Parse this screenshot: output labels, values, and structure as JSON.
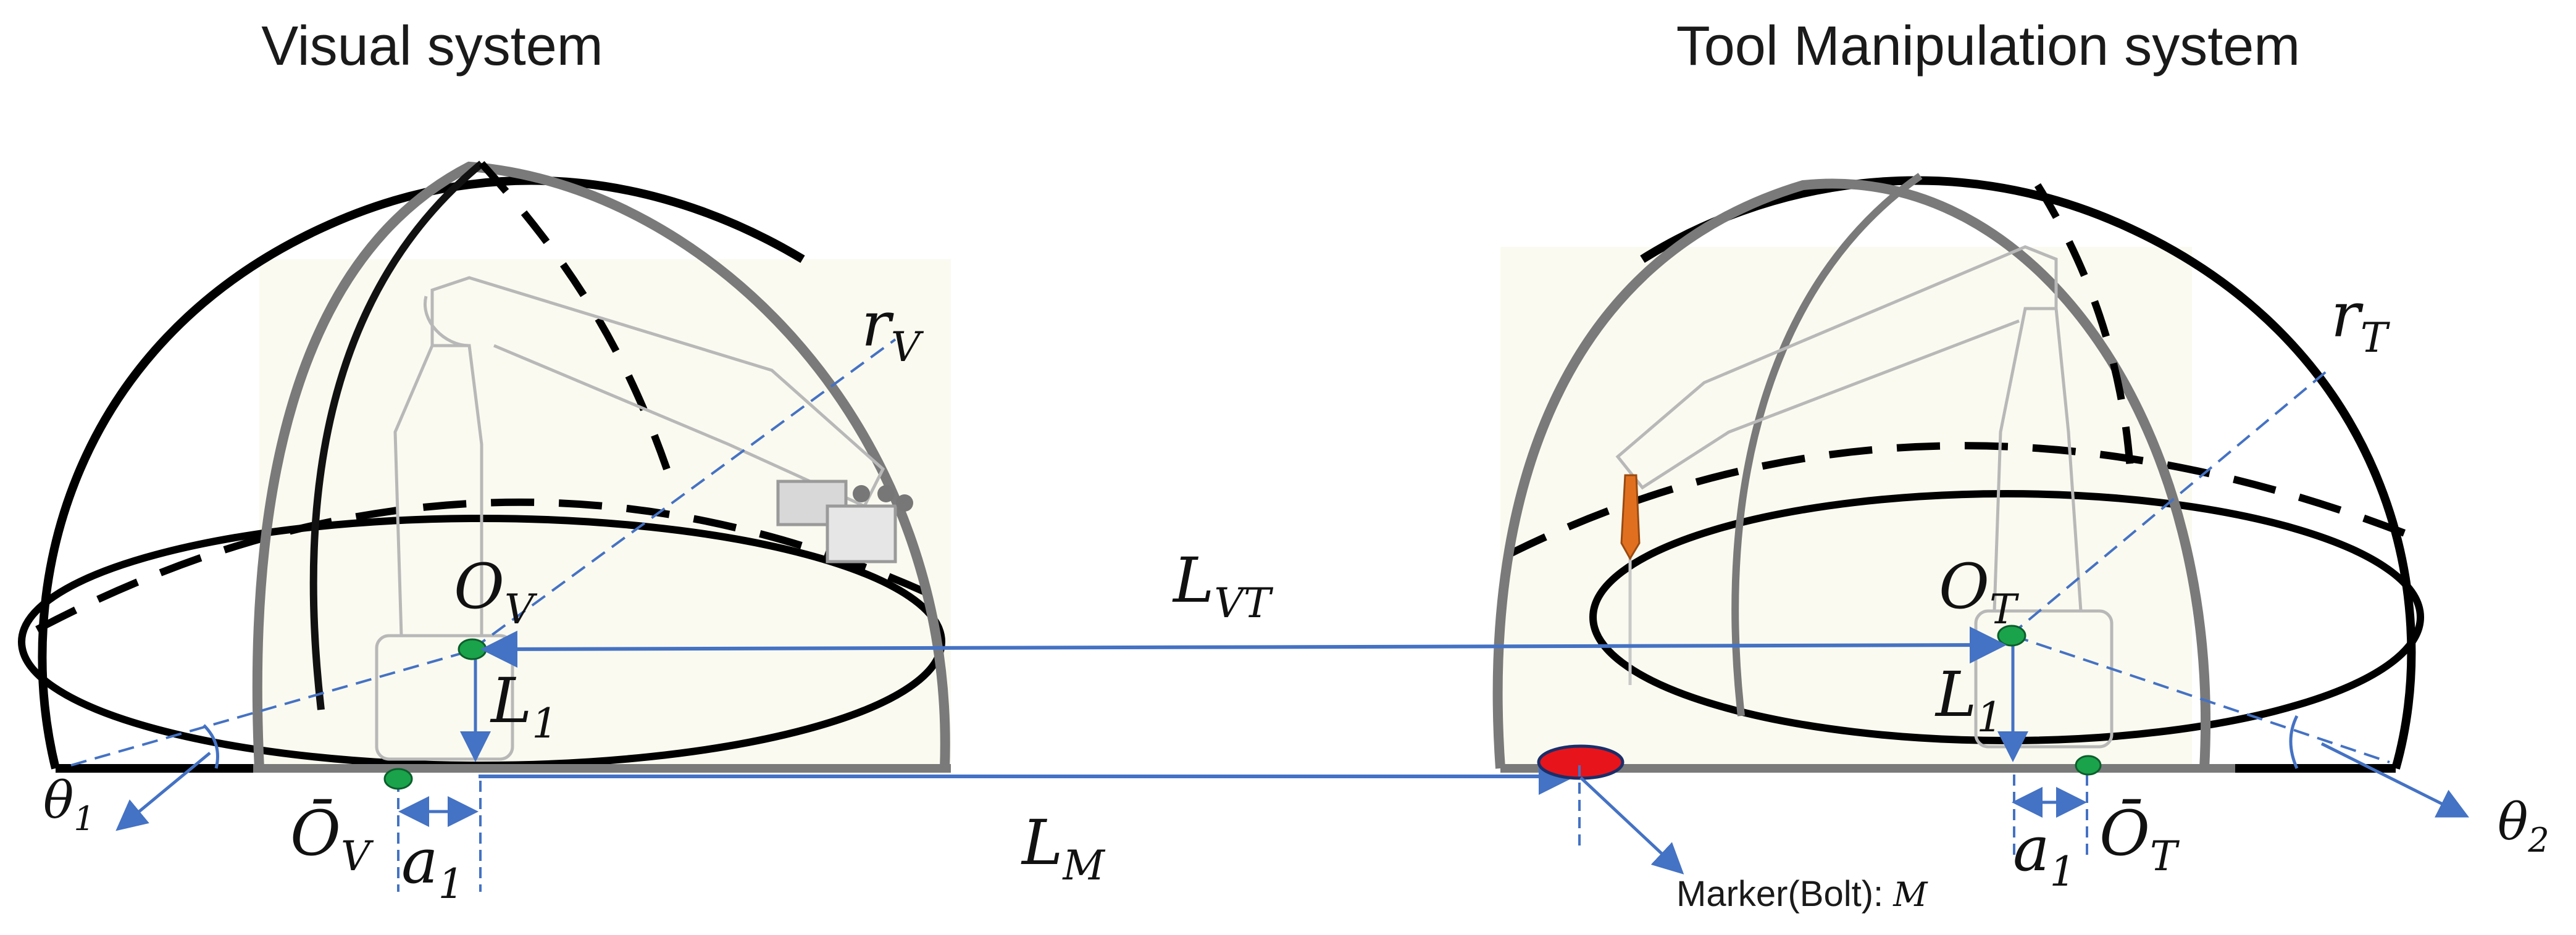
{
  "titles": {
    "visual": "Visual system",
    "tool": "Tool Manipulation system"
  },
  "labels": {
    "r_v": {
      "base": "r",
      "sub": "V"
    },
    "r_t": {
      "base": "r",
      "sub": "T"
    },
    "o_v": {
      "base": "O",
      "sub": "V"
    },
    "o_t": {
      "base": "O",
      "sub": "T"
    },
    "l1_left": {
      "base": "L",
      "sub": "1"
    },
    "l1_right": {
      "base": "L",
      "sub": "1"
    },
    "l_vt": {
      "base": "L",
      "sub": "VT"
    },
    "l_m": {
      "base": "L",
      "sub": "M"
    },
    "a1_left": {
      "base": "a",
      "sub": "1"
    },
    "a1_right": {
      "base": "a",
      "sub": "1"
    },
    "obar_v": {
      "base": "Ō",
      "sub": "V"
    },
    "obar_t": {
      "base": "Ō",
      "sub": "T"
    },
    "theta1": {
      "base": "θ",
      "sub": "1"
    },
    "theta2": {
      "base": "θ",
      "sub": "2"
    },
    "marker": "Marker(Bolt): ",
    "marker_sym": "M"
  },
  "colors": {
    "arrow": "#4472c4",
    "dome_outer": "#000000",
    "dome_inner": "#7a7a7a",
    "base_point": "#1aa34a",
    "marker_fill": "#e8141b",
    "tool_handle": "#e07020"
  }
}
